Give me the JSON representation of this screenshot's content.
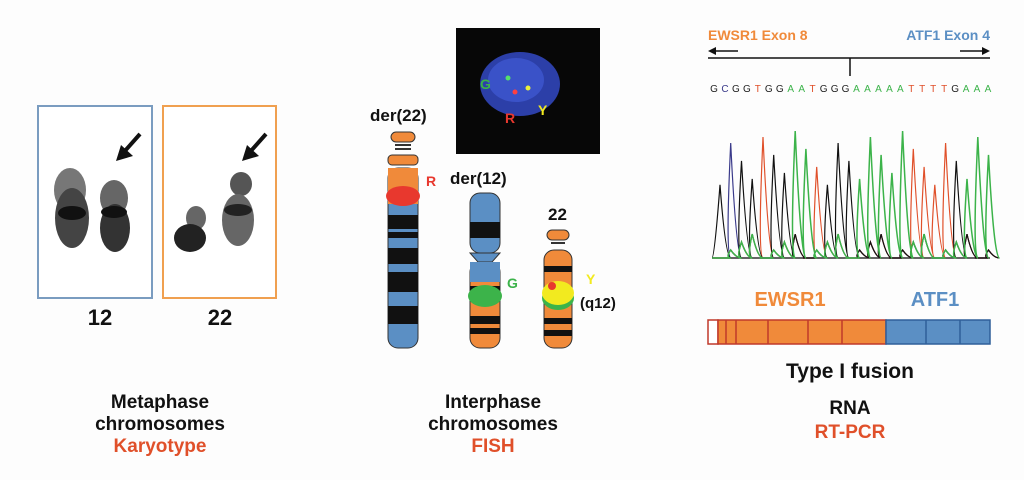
{
  "karyotype": {
    "box_labels": [
      "12",
      "22"
    ],
    "caption_line1": "Metaphase",
    "caption_line2": "chromosomes",
    "caption_method": "Karyotype"
  },
  "fish": {
    "der22_label": "der(22)",
    "der12_label": "der(12)",
    "chr22_label": "22",
    "signal_r": "R",
    "signal_g": "G",
    "signal_y": "Y",
    "band_label": "(q12)",
    "inset_g": "G",
    "inset_r": "R",
    "inset_y": "Y",
    "caption_line1": "Interphase",
    "caption_line2": "chromosomes",
    "caption_method": "FISH"
  },
  "rtpcr": {
    "left_exon": "EWSR1 Exon 8",
    "right_exon": "ATF1 Exon 4",
    "sequence": "GCGGTGGAATGGGAAAAATTTTGAAA",
    "gene_left": "EWSR1",
    "gene_right": "ATF1",
    "fusion_type": "Type I fusion",
    "caption_line1": "RNA",
    "caption_method": "RT-PCR"
  },
  "colors": {
    "orange": "#f08a3a",
    "blue": "#5b8fc4",
    "red": "#e8382e",
    "green": "#3cb34a",
    "yellow": "#f2ea1f",
    "method_red": "#e0502a"
  },
  "icons": [
    "arrow-icon",
    "chromosome-icon"
  ]
}
